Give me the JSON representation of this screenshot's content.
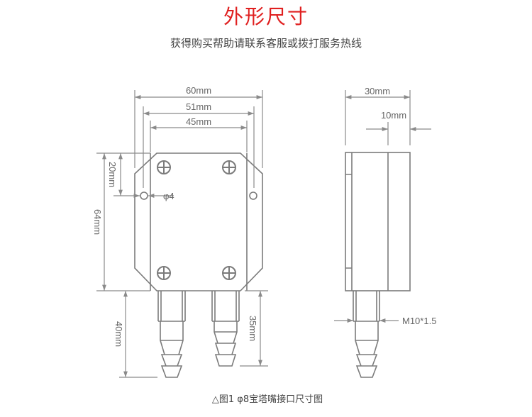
{
  "header": {
    "title": "外形尺寸",
    "subtitle": "获得购买帮助请联系客服或拨打服务热线"
  },
  "dimensions": {
    "width_60": "60mm",
    "width_51": "51mm",
    "width_45": "45mm",
    "height_20": "20mm",
    "height_64": "64mm",
    "hole_dia": "φ4",
    "fitting_40": "40mm",
    "fitting_35": "35mm",
    "depth_30": "30mm",
    "depth_10": "10mm",
    "thread": "M10*1.5"
  },
  "caption": "△图1  φ8宝塔嘴接口尺寸图",
  "colors": {
    "title": "#e02020",
    "line": "#7b7b7b"
  }
}
